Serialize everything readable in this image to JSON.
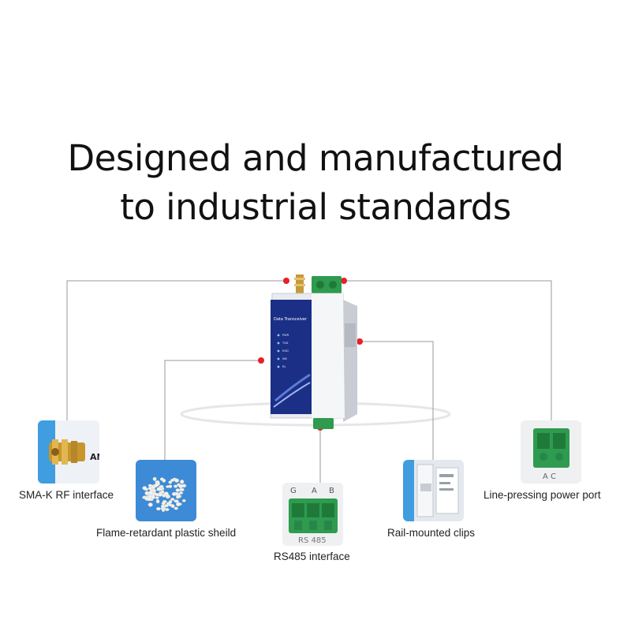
{
  "headline": {
    "line1": "Designed and manufactured",
    "line2": "to industrial standards"
  },
  "device": {
    "label": "Data Transceiver",
    "leds": [
      "PWR",
      "TXD",
      "RXD",
      "WK",
      "RL"
    ]
  },
  "features": [
    {
      "name": "sma",
      "caption": "SMA-K RF interface",
      "thumb_text": "AN"
    },
    {
      "name": "plastic",
      "caption": "Flame-retardant plastic sheild"
    },
    {
      "name": "rs485",
      "caption": "RS485 interface",
      "pins": [
        "G",
        "A",
        "B"
      ],
      "thumb_text": "RS 485"
    },
    {
      "name": "rail",
      "caption": "Rail-mounted clips"
    },
    {
      "name": "power",
      "caption": "Line-pressing power port",
      "thumb_text": "A C"
    }
  ],
  "colors": {
    "marker": "#e5202a",
    "line": "#9a9a9a",
    "terminal": "#2e9b4f",
    "device_panel": "#1b2f86"
  }
}
